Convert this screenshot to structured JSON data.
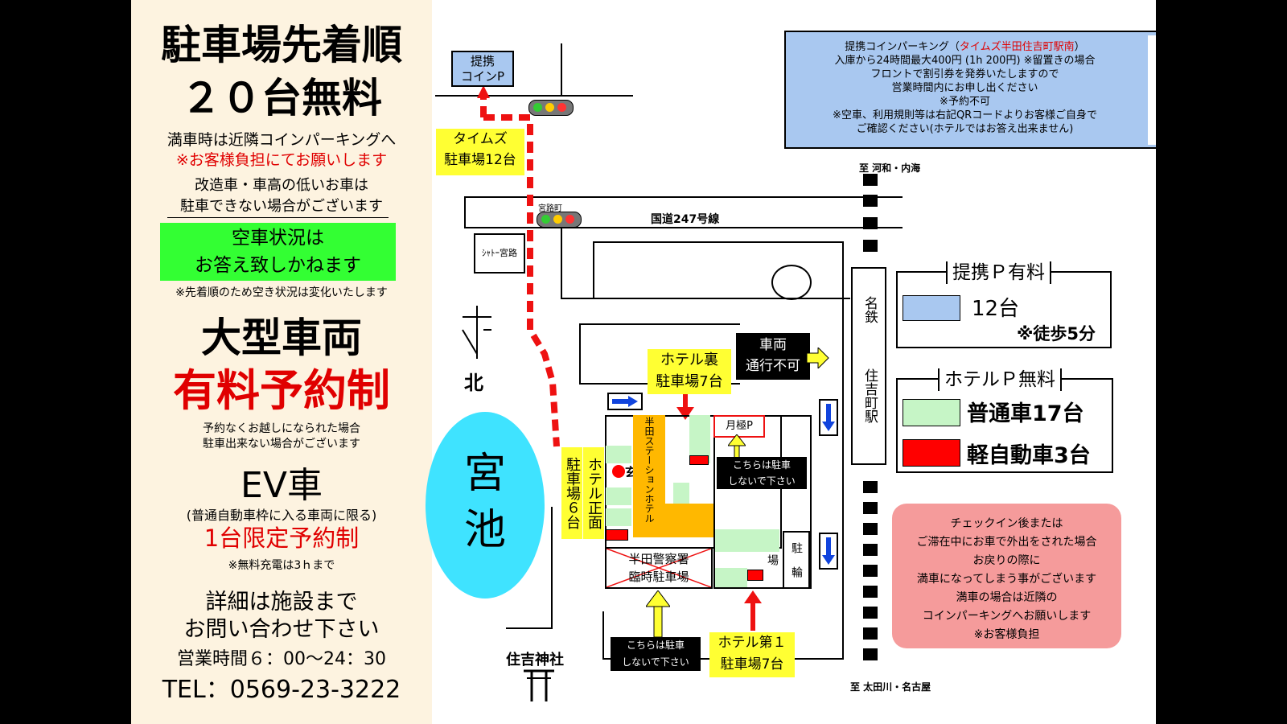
{
  "left_panel": {
    "title_line1": "駐車場先着順",
    "title_line2": "２０台無料",
    "full_note": "満車時は近隣コインパーキングへ",
    "customer_cost": "※お客様負担にてお願いします",
    "modified_line1": "改造車・車高の低いお車は",
    "modified_line2": "駐車できない場合がございます",
    "vacancy_line1": "空車状況は",
    "vacancy_line2": "お答え致しかねます",
    "vacancy_note": "※先着順のため空き状況は変化いたします",
    "large_title": "大型車両",
    "large_reserve": "有料予約制",
    "large_note1": "予約なくお越しになられた場合",
    "large_note2": "駐車出来ない場合がございます",
    "ev_title": "EV車",
    "ev_sub": "(普通自動車枠に入る車両に限る)",
    "ev_reserve": "1台限定予約制",
    "ev_note": "※無料充電は3ｈまで",
    "contact1": "詳細は施設まで",
    "contact2": "お問い合わせ下さい",
    "hours": "営業時間６：00～24：30",
    "tel": "TEL：0569-23-3222"
  },
  "info_box": {
    "line1_prefix": "提携コインパーキング（",
    "line1_red": "タイムズ半田住吉町駅南",
    "line1_suffix": "）",
    "line2": "入庫から24時間最大400円 (1h 200円) ※留置きの場合",
    "line3": "フロントで割引券を発券いたしますので",
    "line4": "営業時間内にお申し出ください",
    "line5": "※予約不可",
    "line6": "※空車、利用規則等は右記QRコードよりお客様ご自身で",
    "line7": "ご確認ください(ホテルではお答え出来ません)"
  },
  "map": {
    "partner_p": "提携\nコインP",
    "times_label": "タイムズ\n駐車場12台",
    "miyajicho": "宮路町",
    "route247": "国道247号線",
    "shato": "ｼｬﾄｰ宮路",
    "north": "北",
    "pond": "宮\n池",
    "to_kawawa": "至 河和・内海",
    "to_otagawa": "至 太田川・名古屋",
    "meitetsu": "名鉄",
    "station": "住吉町駅",
    "no_entry": "車両\n通行不可",
    "hotel_back": "ホテル裏\n駐車場7台",
    "hotel_front": "ホテル正面",
    "front_lot": "駐車場６台",
    "entrance": "玄関",
    "hotel_name": "半田ステーションホテル",
    "monthly_p": "月極P",
    "no_park1": "こちらは駐車\nしないで下さい",
    "police": "半田警察署\n臨時駐車場",
    "bike": "駐\n輪\n場",
    "no_park2": "こちらは駐車\nしないで下さい",
    "hotel_first": "ホテル第１\n駐車場7台",
    "shrine": "住吉神社"
  },
  "legend": {
    "partner_title": "提携Ｐ有料",
    "partner_count": "12台",
    "partner_walk": "※徒歩5分",
    "hotel_title": "ホテルＰ無料",
    "normal": "普通車17台",
    "kei": "軽自動車3台"
  },
  "checkin": {
    "line1": "チェックイン後または",
    "line2": "ご滞在中にお車で外出をされた場合",
    "line3": "お戻りの際に",
    "line4": "満車になってしまう事がございます",
    "line5": "満車の場合は近隣の",
    "line6": "コインパーキングへお願いします",
    "line7": "※お客様負担"
  },
  "colors": {
    "partner_blue": "#a9c8f0",
    "hotel_green": "#c6f5c6",
    "kei_red": "#ff0000",
    "yellow": "#ffff33",
    "pond": "#3fe3ff",
    "checkin_pink": "#f59b9b",
    "vacancy_green": "#33ff33"
  }
}
